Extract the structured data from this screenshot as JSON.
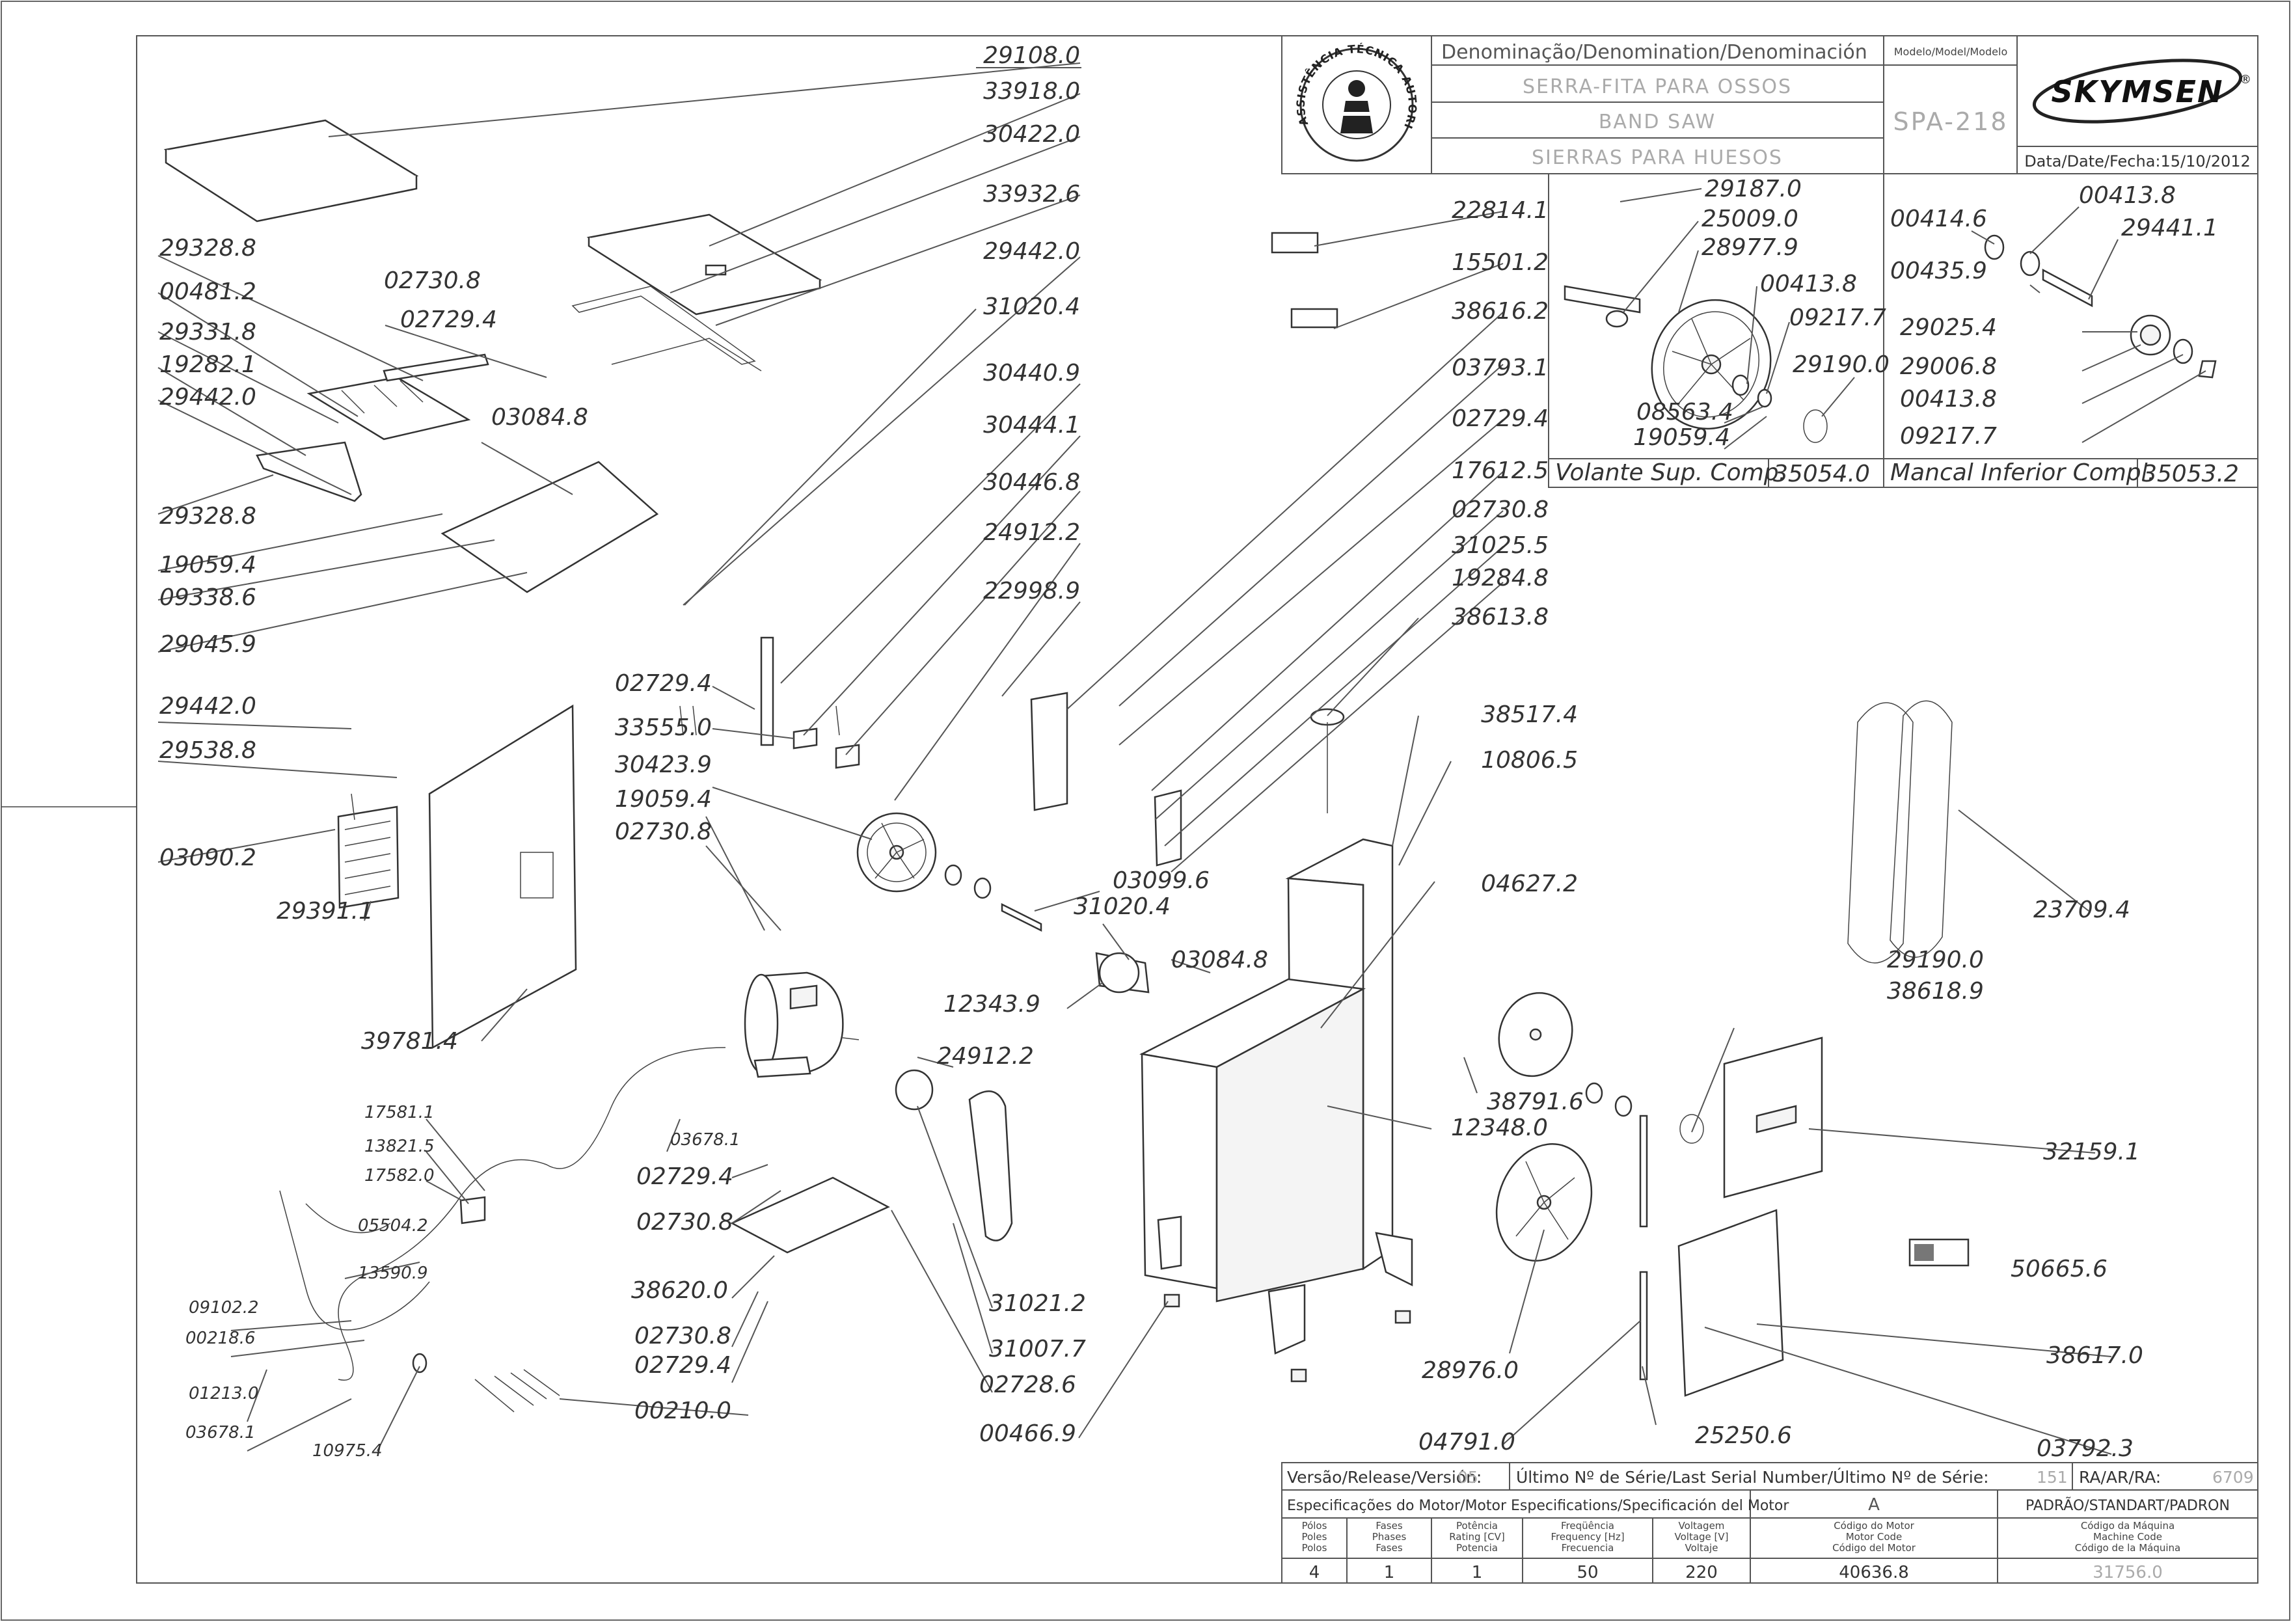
{
  "header": {
    "denomination_title": "Denominação/Denomination/Denominación",
    "model_title": "Modelo/Model/Modelo",
    "name_pt": "SERRA-FITA PARA OSSOS",
    "name_en": "BAND SAW",
    "name_es": "SIERRAS PARA HUESOS",
    "model": "SPA-218",
    "brand": "SKYMSEN",
    "brand_mark": "®",
    "date_label": "Data/Date/Fecha:15/10/2012",
    "badge_text": "ASSISTÊNCIA TÉCNICA AUTORIZADA"
  },
  "inset_upper": {
    "labels": [
      "29187.0",
      "25009.0",
      "28977.9",
      "00413.8",
      "09217.7",
      "29190.0",
      "08563.4",
      "19059.4"
    ],
    "caption": "Volante Sup. Comp.",
    "code": "35054.0"
  },
  "inset_lower": {
    "labels": [
      "00413.8",
      "00414.6",
      "29441.1",
      "00435.9",
      "29025.4",
      "29006.8",
      "00413.8",
      "09217.7"
    ],
    "caption": "Mancal Inferior Compl.",
    "code": "35053.2"
  },
  "part_labels": {
    "top": [
      "29108.0",
      "33918.0",
      "30422.0",
      "33932.6",
      "29442.0",
      "31020.4",
      "30440.9",
      "30444.1",
      "30446.8",
      "24912.2",
      "22998.9"
    ],
    "left_upper": [
      "29328.8",
      "00481.2",
      "29331.8",
      "19282.1",
      "29442.0",
      "29328.8",
      "19059.4",
      "09338.6",
      "29045.9",
      "02730.8",
      "02729.4",
      "03084.8"
    ],
    "left_cabinet": [
      "29442.0",
      "29538.8",
      "03090.2",
      "29391.1",
      "39781.4"
    ],
    "middle": [
      "02729.4",
      "33555.0",
      "30423.9",
      "19059.4",
      "02730.8",
      "03099.6",
      "31020.4",
      "03084.8",
      "12343.9",
      "24912.2",
      "03678.1",
      "02729.4",
      "02730.8",
      "38620.0",
      "02730.8",
      "02729.4",
      "31021.2",
      "31007.7",
      "02728.6",
      "00466.9",
      "00210.0"
    ],
    "wiring": [
      "17581.1",
      "13821.5",
      "17582.0",
      "05504.2",
      "13590.9",
      "09102.2",
      "00218.6",
      "01213.0",
      "03678.1",
      "10975.4"
    ],
    "right_column": [
      "22814.1",
      "15501.2",
      "38616.2",
      "03793.1",
      "02729.4",
      "17612.5",
      "02730.8",
      "31025.5",
      "19284.8",
      "38613.8",
      "38517.4",
      "10806.5",
      "04627.2",
      "38791.6",
      "12348.0",
      "28976.0",
      "04791.0",
      "25250.6"
    ],
    "far_right": [
      "23709.4",
      "29190.0",
      "38618.9",
      "32159.1",
      "50665.6",
      "38617.0",
      "03792.3"
    ]
  },
  "footer": {
    "release_label": "Versão/Release/Versión:",
    "release_value": "05",
    "serial_label": "Último Nº de Série/Last Serial Number/Último Nº de Série:",
    "serial_value": "151",
    "ra_label": "RA/AR/RA:",
    "ra_value": "6709",
    "motor_spec_title": "Especificações do Motor/Motor Especifications/Specificación del Motor",
    "variant": "A",
    "standard": "PADRÃO/STANDART/PADRON",
    "columns": [
      {
        "head": [
          "Pólos",
          "Poles",
          "Polos"
        ],
        "value": "4"
      },
      {
        "head": [
          "Fases",
          "Phases",
          "Fases"
        ],
        "value": "1"
      },
      {
        "head": [
          "Potência",
          "Rating [CV]",
          "Potencia"
        ],
        "value": "1"
      },
      {
        "head": [
          "Freqüência",
          "Frequency [Hz]",
          "Frecuencia"
        ],
        "value": "50"
      },
      {
        "head": [
          "Voltagem",
          "Voltage [V]",
          "Voltaje"
        ],
        "value": "220"
      },
      {
        "head": [
          "Código do Motor",
          "Motor Code",
          "Código del Motor"
        ],
        "value": "40636.8"
      },
      {
        "head": [
          "Código da Máquina",
          "Machine Code",
          "Código de la Máquina"
        ],
        "value": "31756.0"
      }
    ]
  }
}
